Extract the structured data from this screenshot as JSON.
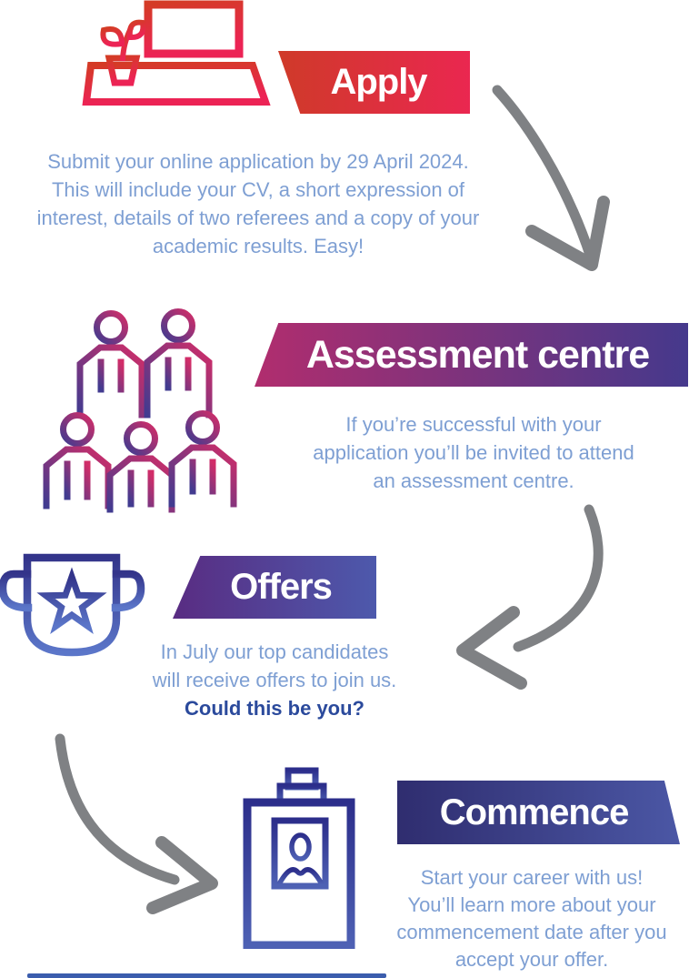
{
  "steps": [
    {
      "label": "Apply",
      "icon": "desk-computer-icon",
      "banner_gradient": [
        "#cf3a29",
        "#ea2750"
      ],
      "icon_gradient": [
        "#d43b26",
        "#ec2355"
      ],
      "body_lines": [
        "Submit your online application by 29 April 2024.",
        "This will include your CV, a short expression of",
        "interest, details of two referees and a copy of your",
        "academic results. Easy!"
      ]
    },
    {
      "label": "Assessment centre",
      "icon": "people-group-icon",
      "banner_gradient": [
        "#b12d6e",
        "#45398c"
      ],
      "icon_gradient": [
        "#413b90",
        "#d22d68"
      ],
      "body_lines": [
        "If you’re successful with your",
        "application you’ll be invited to attend",
        "an assessment centre."
      ]
    },
    {
      "label": "Offers",
      "icon": "trophy-icon",
      "banner_gradient": [
        "#592c82",
        "#4d59ac"
      ],
      "icon_gradient": [
        "#33348a",
        "#5b76c9"
      ],
      "body_lines": [
        "In July our top candidates",
        "will receive offers to join us."
      ],
      "body_bold_line": "Could this be you?"
    },
    {
      "label": "Commence",
      "icon": "id-badge-icon",
      "banner_gradient": [
        "#2f2d6f",
        "#4b57a5"
      ],
      "icon_gradient": [
        "#2c2e8b",
        "#4e61b4"
      ],
      "body_lines": [
        "Start your career with us!",
        "You’ll learn more about your",
        "commencement date after you",
        "accept your offer."
      ]
    }
  ],
  "colors": {
    "body_text": "#7e9fd3",
    "bold_text": "#2b4a9c",
    "arrow": "#7f8184",
    "bottom_bar": "#3b5dad"
  }
}
